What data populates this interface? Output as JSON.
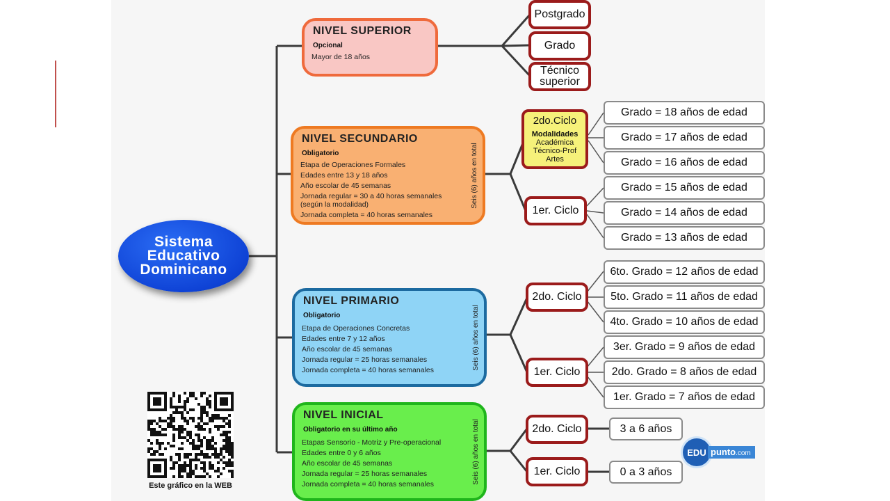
{
  "root": {
    "lines": [
      "Sistema",
      "Educativo",
      "Dominicano"
    ]
  },
  "levels": {
    "superior": {
      "title": "NIVEL SUPERIOR",
      "sub": "Opcional",
      "details": [
        "Mayor de 18 años"
      ]
    },
    "secundario": {
      "title": "NIVEL SECUNDARIO",
      "sub": "Obligatorio",
      "details": [
        "Etapa de Operaciones Formales",
        "Edades entre 13 y 18 años",
        "Año escolar de 45 semanas",
        "Jornada regular = 30 a 40 horas semanales",
        "(según la modalidad)",
        "Jornada completa = 40 horas semanales"
      ],
      "side": "Seis (6) años en total"
    },
    "primario": {
      "title": "NIVEL PRIMARIO",
      "sub": "Obligatorio",
      "details": [
        "Etapa de Operaciones Concretas",
        "Edades entre 7 y 12 años",
        "Año escolar de 45 semanas",
        "Jornada regular = 25 horas semanales",
        "Jornada completa = 40 horas semanales"
      ],
      "side": "Seis (6) años en total"
    },
    "inicial": {
      "title": "NIVEL INICIAL",
      "sub": "Obligatorio en su último año",
      "details": [
        "Etapas Sensorio - Motriz y Pre-operacional",
        "Edades entre 0 y 6 años",
        "Año escolar de 45 semanas",
        "Jornada regular = 25 horas semanales",
        "Jornada completa = 40 horas semanales"
      ],
      "side": "Seis (6) años en total"
    }
  },
  "superior_options": [
    "Postgrado",
    "Grado",
    "Técnico superior"
  ],
  "secundario_cycles": {
    "second": {
      "title": "2do.Ciclo",
      "mod_heading": "Modalidades",
      "modalidades": [
        "Académica",
        "Técnico-Prof",
        "Artes"
      ]
    },
    "first": "1er. Ciclo",
    "grades": [
      "Grado = 18 años de edad",
      "Grado = 17 años de edad",
      "Grado = 16 años de edad",
      "Grado = 15 años de edad",
      "Grado = 14 años de edad",
      "Grado = 13 años de edad"
    ]
  },
  "primario_cycles": {
    "second": "2do. Ciclo",
    "first": "1er. Ciclo",
    "grades": [
      "6to. Grado = 12 años de edad",
      "5to. Grado = 11 años de edad",
      "4to. Grado = 10 años de edad",
      "3er. Grado = 9 años de edad",
      "2do. Grado = 8 años de edad",
      "1er. Grado = 7 años de edad"
    ]
  },
  "inicial_cycles": {
    "second": "2do. Ciclo",
    "second_range": "3 a 6 años",
    "first": "1er. Ciclo",
    "first_range": "0 a 3 años"
  },
  "qr_caption": "Este gráfico en la WEB",
  "logo": {
    "circle": "EDU",
    "band": "punto",
    "suffix": ".com"
  },
  "colors": {
    "superior_fill": "#f9c7c4",
    "superior_border": "#ef6a3c",
    "secundario_fill": "#f9b072",
    "secundario_border": "#ee7a22",
    "primario_fill": "#8fd4f6",
    "primario_border": "#1c6aa0",
    "inicial_fill": "#69ee4c",
    "inicial_border": "#1fb51b",
    "cycle_border": "#9b1b1b",
    "modalidades_fill": "#f6f17a",
    "root": "#0f43d6"
  }
}
